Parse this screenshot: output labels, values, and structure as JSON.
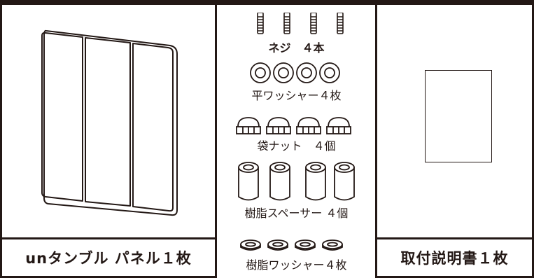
{
  "panel": {
    "caption": "unタンブル パネル１枚"
  },
  "parts": [
    {
      "label": "ネジ　４本",
      "icon": "screw-icon"
    },
    {
      "label": "平ワッシャー４枚",
      "icon": "flat-washer-icon"
    },
    {
      "label": "袋ナット　４個",
      "icon": "cap-nut-icon"
    },
    {
      "label": "樹脂スペーサー ４個",
      "icon": "resin-spacer-icon"
    },
    {
      "label": "樹脂ワッシャー４枚",
      "icon": "resin-washer-icon"
    }
  ],
  "manual": {
    "caption": "取付説明書１枚"
  },
  "colors": {
    "ink": "#231815",
    "background": "#ffffff"
  }
}
